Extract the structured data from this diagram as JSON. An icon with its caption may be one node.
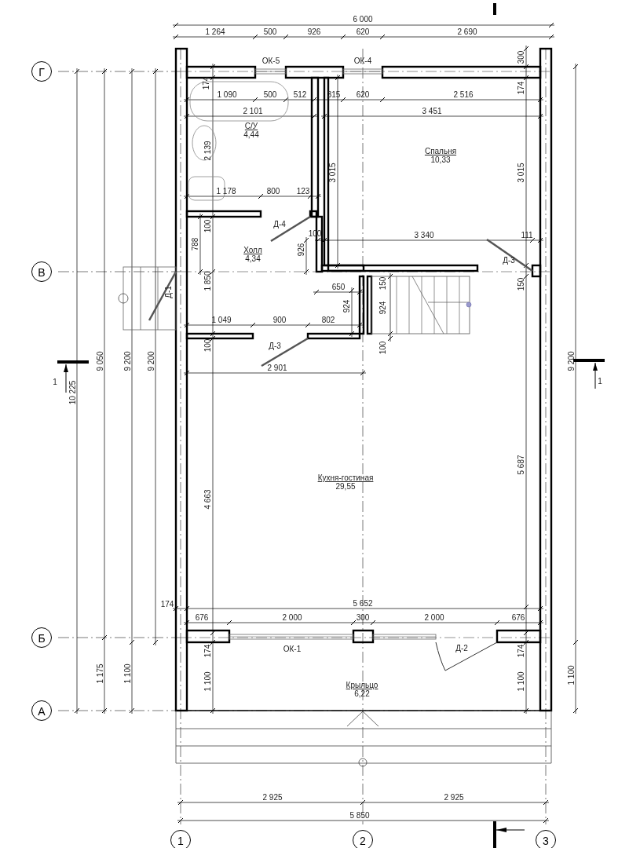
{
  "diagram": {
    "nodes": [
      {
        "text": [
          "С/У",
          "4,44"
        ]
      },
      {
        "text": [
          "Холл",
          "4,34"
        ]
      },
      {
        "text": [
          "Спальня",
          "10,33"
        ]
      },
      {
        "text": [
          "Кухня-гостиная",
          "29,55"
        ]
      },
      {
        "text": [
          "Крыльцо",
          "6,22"
        ]
      },
      {
        "text": [
          "Г"
        ]
      },
      {
        "text": [
          "В"
        ]
      },
      {
        "text": [
          "Б"
        ]
      },
      {
        "text": [
          "А"
        ]
      },
      {
        "text": [
          "1"
        ]
      },
      {
        "text": [
          "2"
        ]
      },
      {
        "text": [
          "3"
        ]
      }
    ],
    "labels": [
      "6 000",
      "1 264",
      "500",
      "926",
      "620",
      "2 690",
      "ОК-5",
      "ОК-4",
      "300",
      "174",
      "174",
      "1 090",
      "500",
      "512",
      "315",
      "620",
      "2 516",
      "2 101",
      "3 451",
      "2 139",
      "3 015",
      "3 015",
      "1 178",
      "800",
      "123",
      "Д-4",
      "100",
      "100",
      "3 340",
      "111",
      "926",
      "788",
      "Д-3",
      "Д-1",
      "1 850",
      "650",
      "150",
      "150",
      "924",
      "924",
      "1 049",
      "900",
      "802",
      "100",
      "Д-3",
      "100",
      "2 901",
      "1",
      "10 225",
      "9 050",
      "9 200",
      "9 200",
      "9 200",
      "1",
      "4 663",
      "5 687",
      "174",
      "5 652",
      "676",
      "2 000",
      "300",
      "2 000",
      "676",
      "ОК-1",
      "Д-2",
      "174",
      "174",
      "1 175",
      "1 100",
      "1 100",
      "1 100",
      "1 100",
      "2 925",
      "2 925",
      "5 850"
    ]
  }
}
